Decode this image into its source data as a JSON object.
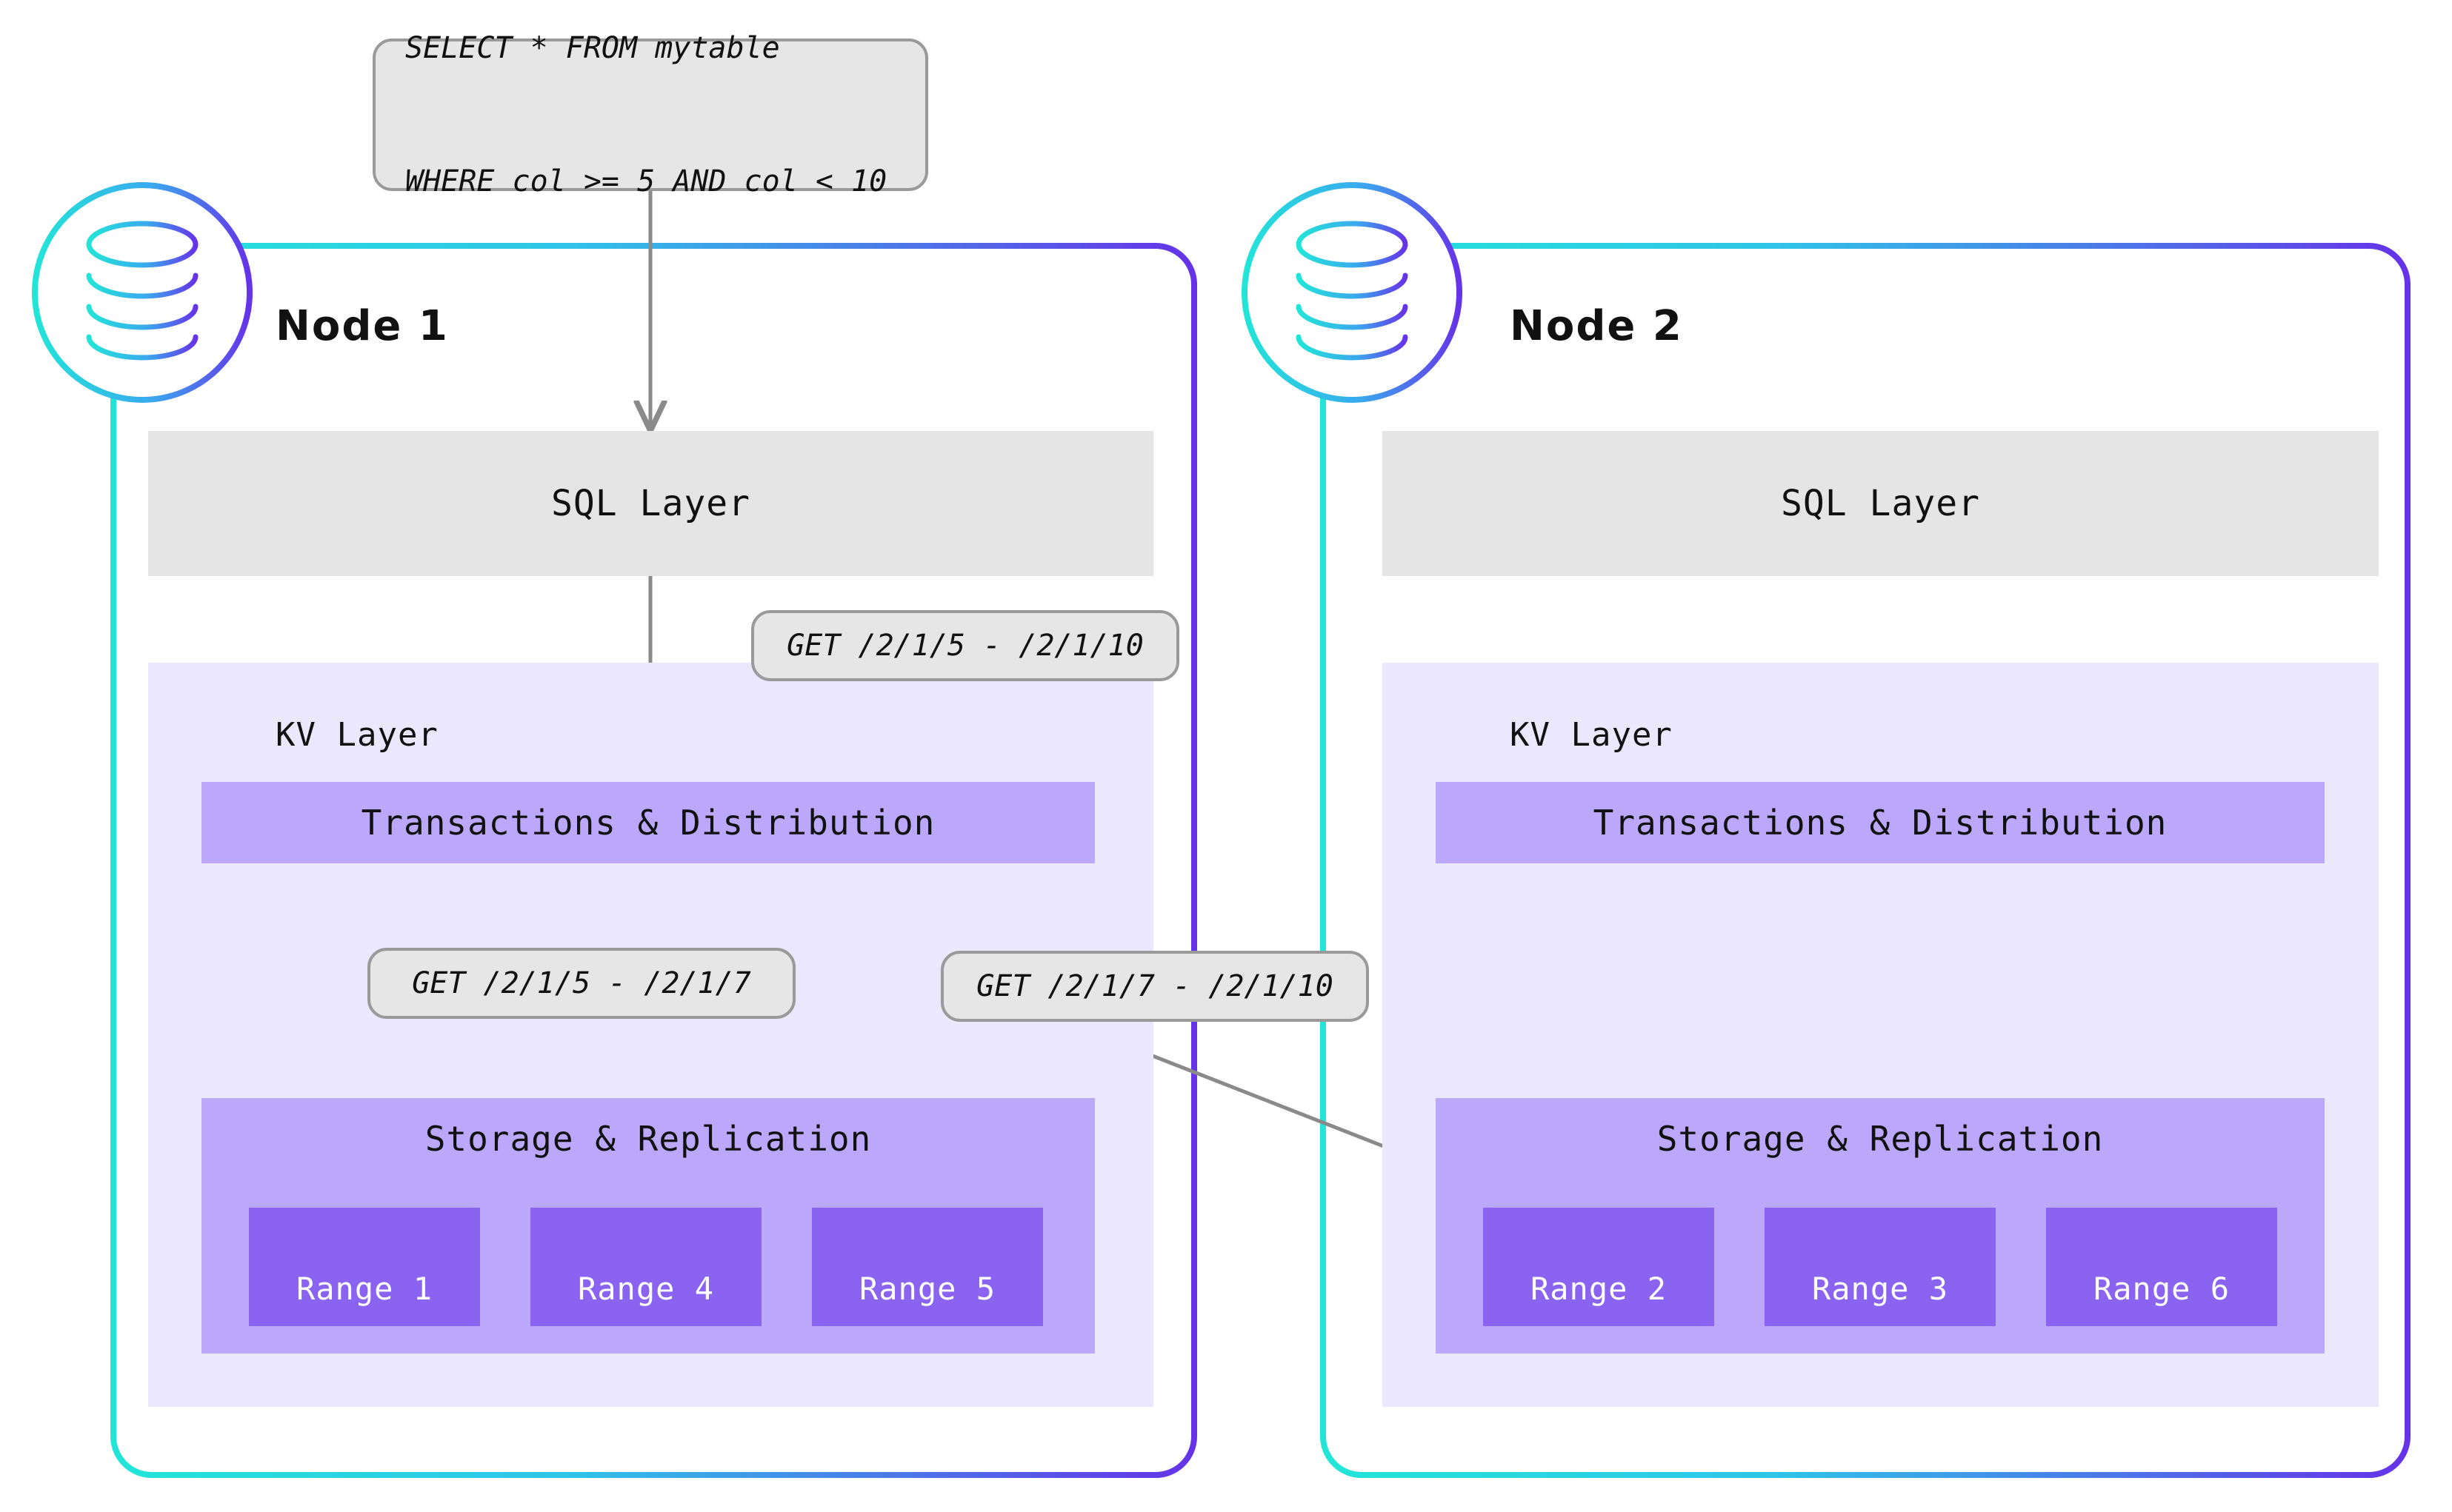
{
  "diagram": {
    "title": "CockroachDB distributed query across two nodes",
    "colors": {
      "gradient_start": "#22e5d8",
      "gradient_end": "#6633e8",
      "sql_layer_bg": "#e5e5e5",
      "kv_layer_bg": "#ebe7fd",
      "component_bg": "#bca8fa",
      "range_bg": "#8a64f0",
      "callout_bg": "#e6e6e6",
      "callout_border": "#9a9a9a",
      "arrow": "#8a8a8a",
      "text": "#111111",
      "range_text": "#ffffff"
    }
  },
  "query_callout": {
    "line1": "SELECT * FROM mytable",
    "line2": "WHERE col >= 5 AND col < 10"
  },
  "callouts": {
    "kv_request": "GET /2/1/5 - /2/1/10",
    "range_local": "GET /2/1/5 - /2/1/7",
    "range_remote": "GET /2/1/7 - /2/1/10"
  },
  "nodes": [
    {
      "title": "Node 1",
      "icon": "database-icon",
      "sql_layer": "SQL Layer",
      "kv_layer": "KV Layer",
      "transactions": "Transactions & Distribution",
      "storage": "Storage & Replication",
      "ranges": [
        "Range 1",
        "Range 4",
        "Range 5"
      ]
    },
    {
      "title": "Node 2",
      "icon": "database-icon",
      "sql_layer": "SQL Layer",
      "kv_layer": "KV Layer",
      "transactions": "Transactions & Distribution",
      "storage": "Storage & Replication",
      "ranges": [
        "Range 2",
        "Range 3",
        "Range 6"
      ]
    }
  ]
}
